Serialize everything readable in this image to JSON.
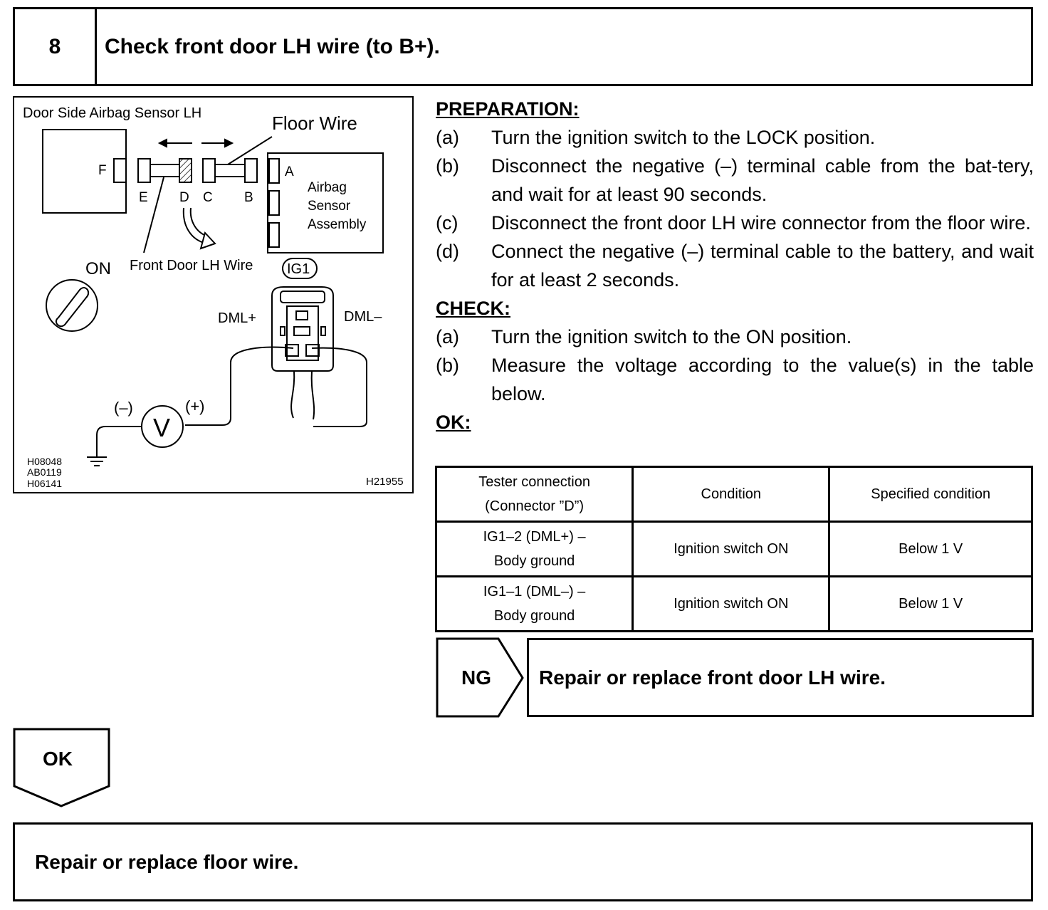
{
  "header": {
    "step_number": "8",
    "title": "Check front door LH wire (to B+)."
  },
  "diagram": {
    "labels": {
      "sensor": "Door Side Airbag Sensor LH",
      "floor_wire": "Floor Wire",
      "front_door_wire": "Front Door LH Wire",
      "assembly_line1": "Airbag",
      "assembly_line2": "Sensor",
      "assembly_line3": "Assembly",
      "conn_f": "F",
      "conn_e": "E",
      "conn_d": "D",
      "conn_c": "C",
      "conn_b": "B",
      "conn_a": "A",
      "on": "ON",
      "ig1": "IG1",
      "dml_plus": "DML+",
      "dml_minus": "DML–",
      "minus": "(–)",
      "plus": "(+)",
      "voltmeter": "V",
      "code1": "H08048",
      "code2": "AB0119",
      "code3": "H06141",
      "figure_code": "H21955"
    }
  },
  "preparation": {
    "heading": "PREPARATION:",
    "items": [
      {
        "label": "(a)",
        "text": "Turn the ignition switch to the LOCK position."
      },
      {
        "label": "(b)",
        "text": "Disconnect the negative (–) terminal cable from the bat-tery, and wait for at least 90 seconds."
      },
      {
        "label": "(c)",
        "text": "Disconnect the front door LH wire connector from the floor wire."
      },
      {
        "label": "(d)",
        "text": "Connect the negative (–) terminal cable to the battery, and wait for at least 2 seconds."
      }
    ]
  },
  "check": {
    "heading": "CHECK:",
    "items": [
      {
        "label": "(a)",
        "text": "Turn the ignition switch to the ON position."
      },
      {
        "label": "(b)",
        "text": "Measure the voltage according to the value(s) in the table below."
      }
    ]
  },
  "ok_heading": "OK:",
  "table": {
    "headers": {
      "tester_line1": "Tester connection",
      "tester_line2": "(Connector ”D”)",
      "condition": "Condition",
      "specified": "Specified condition"
    },
    "rows": [
      {
        "conn_line1": "IG1–2 (DML+) –",
        "conn_line2": "Body ground",
        "condition": "Ignition switch ON",
        "specified": "Below 1 V"
      },
      {
        "conn_line1": "IG1–1 (DML–) –",
        "conn_line2": "Body ground",
        "condition": "Ignition switch ON",
        "specified": "Below 1 V"
      }
    ]
  },
  "ng": {
    "label": "NG",
    "text": "Repair or replace front door LH wire."
  },
  "ok": {
    "label": "OK",
    "text": "Repair or replace floor wire."
  }
}
